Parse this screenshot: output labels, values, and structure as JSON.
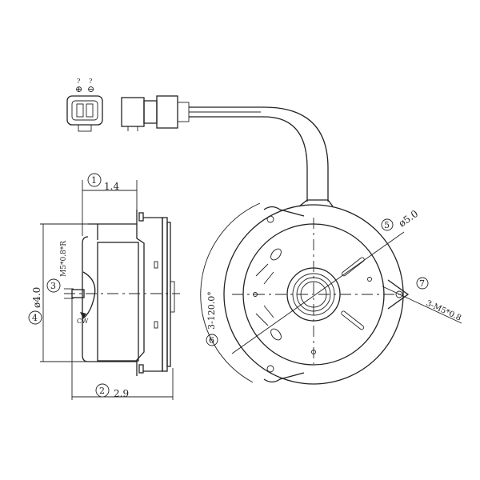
{
  "connector": {
    "pin_marks": [
      "?",
      "?"
    ],
    "pin_symbols": [
      "⊕",
      "⊖"
    ]
  },
  "side_view": {
    "callout_1": "1",
    "dim_1": "1.4",
    "callout_2": "2",
    "dim_2": "2.9",
    "callout_3": "3",
    "dim_3": "M5*0.8*R",
    "callout_4": "4",
    "dim_4": "ø4.0",
    "rotation": "CW"
  },
  "front_view": {
    "callout_5": "5",
    "dim_5": "ø5.0",
    "callout_6": "6",
    "dim_6": "3-120.0°",
    "callout_7": "7",
    "dim_7": "3-M5*0.8"
  }
}
